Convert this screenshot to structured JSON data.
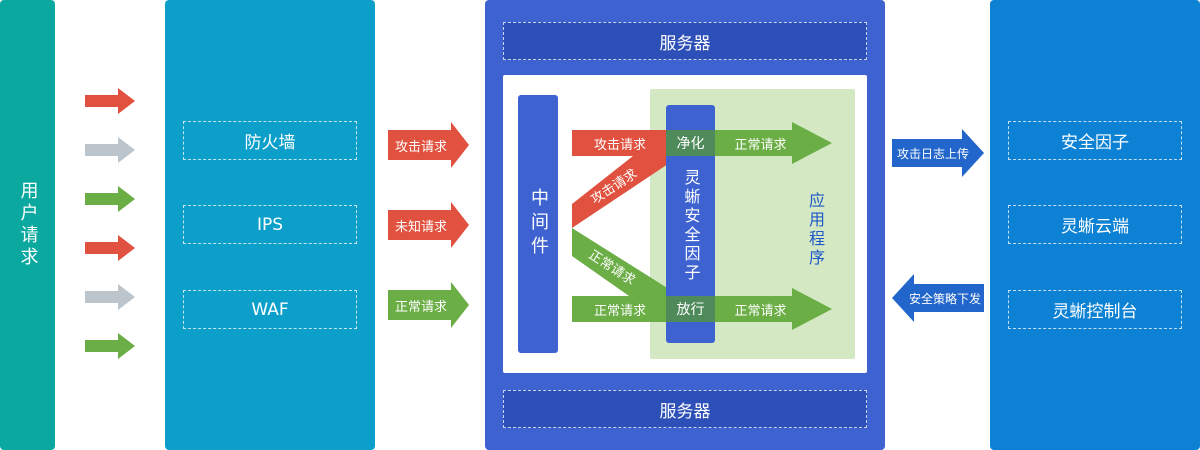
{
  "user": {
    "label": "用户请求"
  },
  "users_arrows": [
    "red",
    "gray",
    "green",
    "red",
    "gray",
    "green"
  ],
  "network": {
    "items": [
      "防火墙",
      "IPS",
      "WAF"
    ]
  },
  "requests": {
    "attack": "攻击请求",
    "unknown": "未知请求",
    "normal": "正常请求"
  },
  "server": {
    "top_label": "服务器",
    "bottom_label": "服务器"
  },
  "middleware": {
    "label": "中间件"
  },
  "inner": {
    "attack_in": "攻击请求",
    "attack_diag": "攻击请求",
    "normal_diag": "正常请求",
    "normal_in": "正常请求",
    "purify": "净化",
    "allow": "放行",
    "normal_out_top": "正常请求",
    "normal_out_bottom": "正常请求"
  },
  "factor": {
    "label": "灵蜥安全因子"
  },
  "app": {
    "label": "应用程序"
  },
  "links": {
    "upload": "攻击日志上传",
    "deliver": "安全策略下发"
  },
  "cloud": {
    "items": [
      "安全因子",
      "灵蜥云端",
      "灵蜥控制台"
    ]
  },
  "colors": {
    "teal": "#0aa89e",
    "cyan": "#0b9fc9",
    "server_blue": "#3e62d0",
    "right_blue": "#0d82d4",
    "red": "#e0523f",
    "green": "#6aae45",
    "gray": "#bcc4cc",
    "app_green": "#d3e8c3",
    "factor_blue": "#3e62d0"
  }
}
